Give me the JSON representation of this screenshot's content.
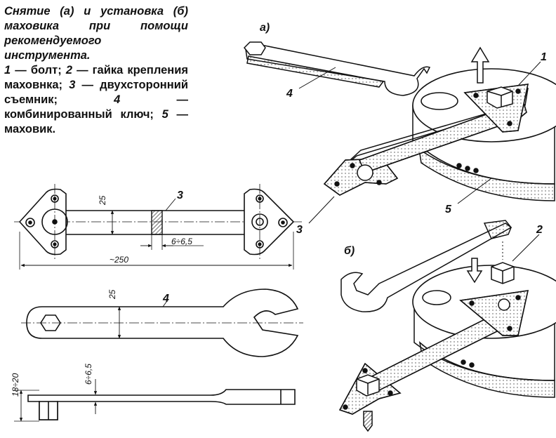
{
  "caption": {
    "title": "Снятие (а) и установка (б) маховика при помощи рекомендуемого инструмента.",
    "legend": [
      {
        "num": "1",
        "text": "болт;"
      },
      {
        "num": "2",
        "text": "гайка крепления маховнка;"
      },
      {
        "num": "3",
        "text": "двухсторонний съемник;"
      },
      {
        "num": "4",
        "text": "комбинированный ключ;"
      },
      {
        "num": "5",
        "text": "маховик."
      }
    ]
  },
  "labels": {
    "a": "а)",
    "b": "б)",
    "n1": "1",
    "n2": "2",
    "n3": "3",
    "n3b": "3",
    "n4": "4",
    "n4b": "4",
    "n5": "5"
  },
  "dims": {
    "puller_width": "25",
    "puller_thickness": "6÷6,5",
    "puller_length": "~250",
    "key_width": "25",
    "key_thickness": "6÷6,5",
    "key_height": "18÷20"
  }
}
